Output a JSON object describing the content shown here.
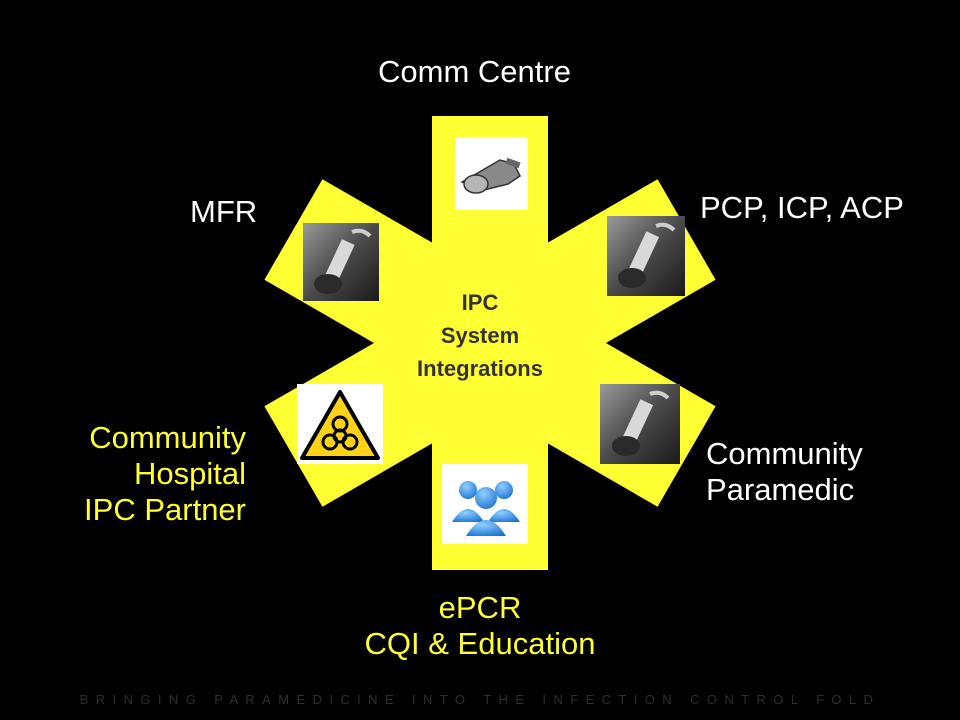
{
  "colors": {
    "background": "#000000",
    "star": "#ffff33",
    "text_white": "#ffffff",
    "text_yellow": "#ffff33",
    "center_text": "#333333",
    "footer_text": "#2e2e2e"
  },
  "center": {
    "lines": [
      "IPC",
      "System",
      "Integrations"
    ]
  },
  "nodes": {
    "comm_centre": {
      "label": "Comm Centre",
      "icon": "whistle-icon"
    },
    "mfr": {
      "label": "MFR",
      "icon": "paramedic-photo-icon"
    },
    "pcp_icp_acp": {
      "label": "PCP, ICP, ACP",
      "icon": "paramedic-photo-icon"
    },
    "community_hospital": {
      "lines": [
        "Community",
        "Hospital",
        "IPC Partner"
      ],
      "icon": "biohazard-icon"
    },
    "community_paramedic": {
      "lines": [
        "Community",
        "Paramedic"
      ],
      "icon": "paramedic-photo-icon"
    },
    "epcr": {
      "lines": [
        "ePCR",
        "CQI & Education"
      ],
      "icon": "people-group-icon"
    }
  },
  "footer": "BRINGING PARAMEDICINE INTO THE INFECTION CONTROL FOLD"
}
